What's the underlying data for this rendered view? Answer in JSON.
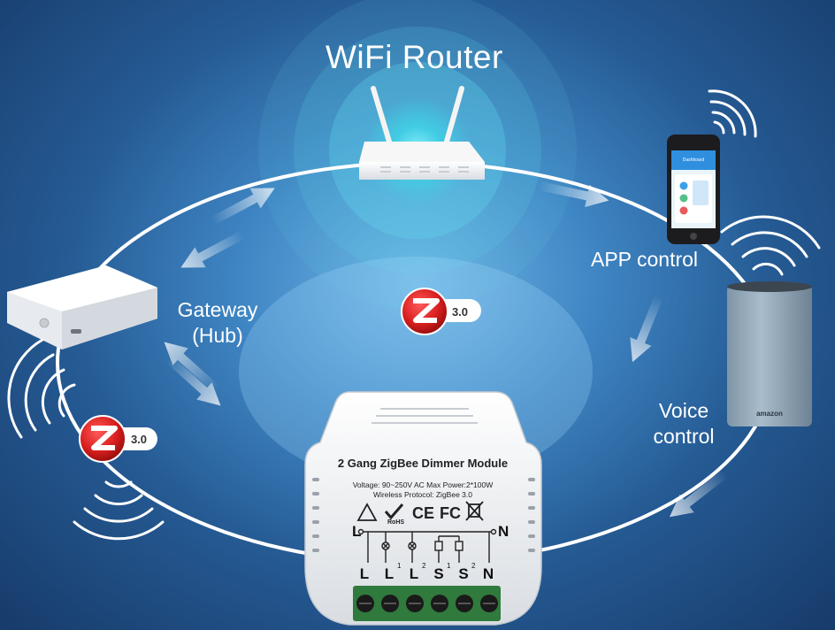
{
  "labels": {
    "router": "WiFi Router",
    "app": "APP control",
    "gateway_line1": "Gateway",
    "gateway_line2": "(Hub)",
    "voice_line1": "Voice",
    "voice_line2": "control"
  },
  "zigbee_badges": [
    {
      "version": "3.0"
    },
    {
      "version": "3.0"
    }
  ],
  "module": {
    "title": "2 Gang ZigBee Dimmer Module",
    "spec_line1": "Voltage: 90~250V AC  Max Power:2*100W",
    "spec_line2": "Wireless Protocol: ZigBee 3.0",
    "wiring_left": "L",
    "wiring_right": "N",
    "terminals": [
      {
        "base": "L",
        "sup": ""
      },
      {
        "base": "L",
        "sup": "1"
      },
      {
        "base": "L",
        "sup": "2"
      },
      {
        "base": "S",
        "sup": "1"
      },
      {
        "base": "S",
        "sup": "2"
      },
      {
        "base": "N",
        "sup": ""
      }
    ]
  },
  "speaker_brand": "amazon",
  "phone_screen_title": "Dashboard",
  "colors": {
    "background": "#255a93",
    "ring": "#ffffff",
    "router_glow": "#5fe0f0",
    "zigbee_red": "#d81e1e"
  },
  "icons": [
    "wifi-router",
    "smartphone",
    "smart-speaker",
    "gateway-hub",
    "zigbee-logo",
    "wifi-signal-waves",
    "dimmer-module"
  ]
}
